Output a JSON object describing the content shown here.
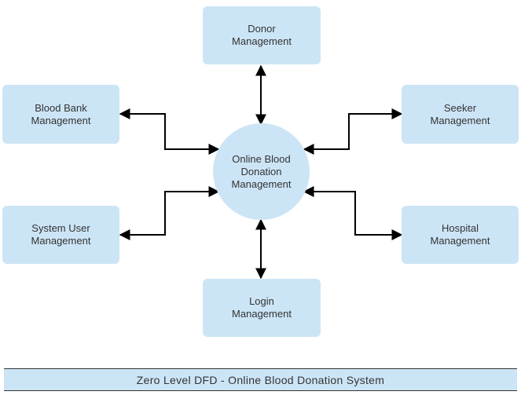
{
  "diagram": {
    "center": {
      "id": "center",
      "label": "Online Blood\nDonation\nManagement"
    },
    "nodes": [
      {
        "id": "donor",
        "label": "Donor\nManagement"
      },
      {
        "id": "bloodbank",
        "label": "Blood Bank\nManagement"
      },
      {
        "id": "seeker",
        "label": "Seeker\nManagement"
      },
      {
        "id": "systemuser",
        "label": "System User\nManagement"
      },
      {
        "id": "hospital",
        "label": "Hospital\nManagement"
      },
      {
        "id": "login",
        "label": "Login\nManagement"
      }
    ],
    "edges": [
      {
        "from": "center",
        "to": "donor",
        "bidirectional": true
      },
      {
        "from": "center",
        "to": "bloodbank",
        "bidirectional": true
      },
      {
        "from": "center",
        "to": "seeker",
        "bidirectional": true
      },
      {
        "from": "center",
        "to": "systemuser",
        "bidirectional": true
      },
      {
        "from": "center",
        "to": "hospital",
        "bidirectional": true
      },
      {
        "from": "center",
        "to": "login",
        "bidirectional": true
      }
    ],
    "colors": {
      "node_fill": "#cce5f6",
      "edge": "#000000",
      "text": "#333333"
    }
  },
  "caption": "Zero Level DFD - Online Blood Donation System"
}
